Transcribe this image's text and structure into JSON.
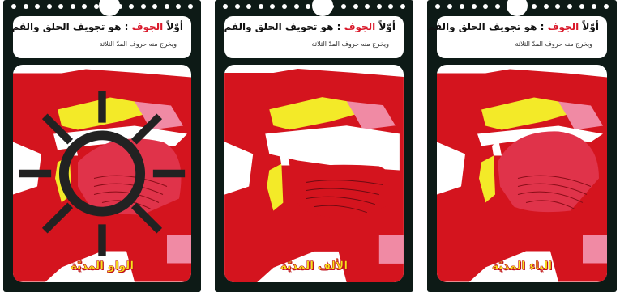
{
  "cards": [
    {
      "title_prefix": "أوّلاً",
      "title_highlight": "الجوف",
      "title_rest": ": هو تجويف الحلق والفم",
      "subtitle": "ويخرج منه حروف المدّ الثلاثة",
      "label": "الواو المديّة",
      "tongue": "high-back"
    },
    {
      "title_prefix": "أوّلاً",
      "title_highlight": "الجوف",
      "title_rest": ": هو تجويف الحلق والفم",
      "subtitle": "ويخرج منه حروف المدّ الثلاثة",
      "label": "الألف المديّة",
      "tongue": "low"
    },
    {
      "title_prefix": "أوّلاً",
      "title_highlight": "الجوف",
      "title_rest": ": هو تجويف الحلق والفم",
      "subtitle": "ويخرج منه حروف المدّ الثلاثة",
      "label": "الياء المديّة",
      "tongue": "high-front"
    }
  ],
  "colors": {
    "frame": "#0d1a16",
    "highlight": "#d9182a",
    "flesh": "#d4141e",
    "tongue": "#e0334a",
    "palate": "#f3ea28",
    "label_fill": "#f7e61a"
  },
  "icons": {
    "stamp": "sun-stamp-icon"
  }
}
